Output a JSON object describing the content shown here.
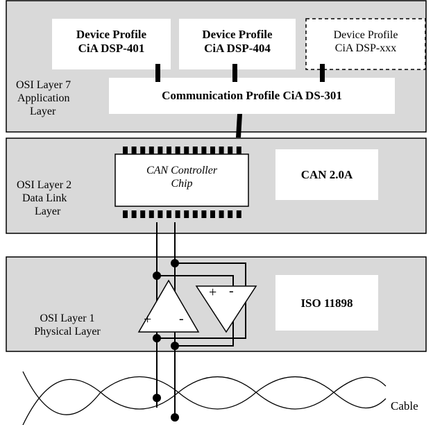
{
  "layer7": {
    "label_line1": "OSI Layer 7",
    "label_line2": "Application",
    "label_line3": "Layer",
    "profiles": [
      {
        "line1": "Device Profile",
        "line2": "CiA DSP-401"
      },
      {
        "line1": "Device Profile",
        "line2": "CiA DSP-404"
      },
      {
        "line1": "Device Profile",
        "line2": "CiA DSP-xxx"
      }
    ],
    "communication_profile": "Communication Profile CiA DS-301"
  },
  "layer2": {
    "label_line1": "OSI Layer 2",
    "label_line2": "Data Link",
    "label_line3": "Layer",
    "chip_line1": "CAN Controller",
    "chip_line2": "Chip",
    "standard": "CAN 2.0A"
  },
  "layer1": {
    "label_line1": "OSI Layer 1",
    "label_line2": "Physical Layer",
    "standard": "ISO 11898",
    "tx_plus": "+",
    "tx_minus": "-",
    "rx_plus": "+",
    "rx_minus": "-"
  },
  "cable_label": "Cable",
  "colors": {
    "layer_fill": "#d9d9d9",
    "box_fill": "#ffffff",
    "stroke": "#000000"
  }
}
